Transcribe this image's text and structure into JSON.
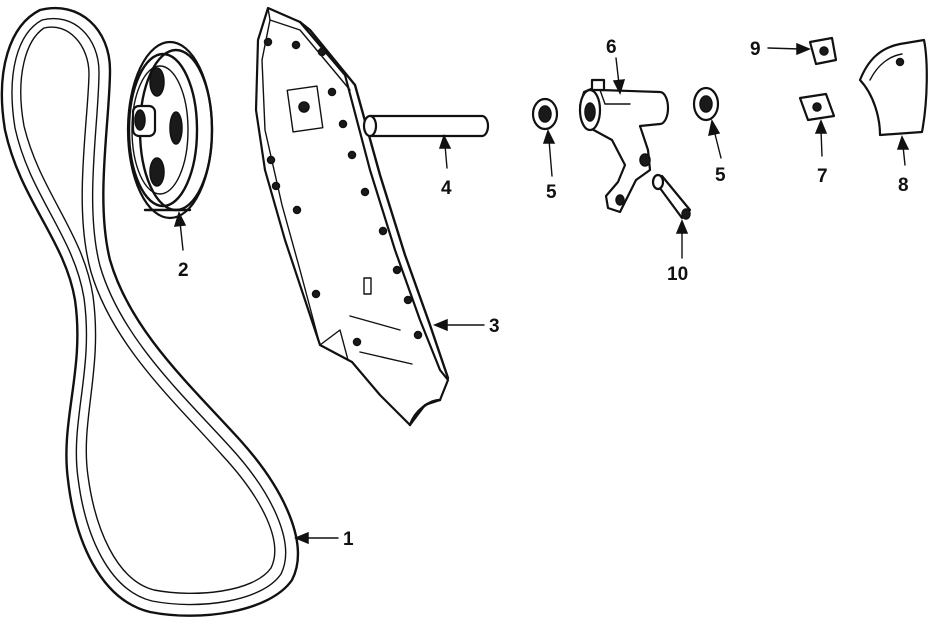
{
  "parts": [
    {
      "id": "belt",
      "callout": "1"
    },
    {
      "id": "pulley",
      "callout": "2"
    },
    {
      "id": "frame",
      "callout": "3"
    },
    {
      "id": "shaft",
      "callout": "4"
    },
    {
      "id": "bushing-left",
      "callout": "5"
    },
    {
      "id": "bracket",
      "callout": "6"
    },
    {
      "id": "bushing-right",
      "callout": "5"
    },
    {
      "id": "nut-lower",
      "callout": "7"
    },
    {
      "id": "shield",
      "callout": "8"
    },
    {
      "id": "nut-upper",
      "callout": "9"
    },
    {
      "id": "pin",
      "callout": "10"
    }
  ],
  "colors": {
    "ink": "#111111",
    "paper": "#ffffff"
  }
}
